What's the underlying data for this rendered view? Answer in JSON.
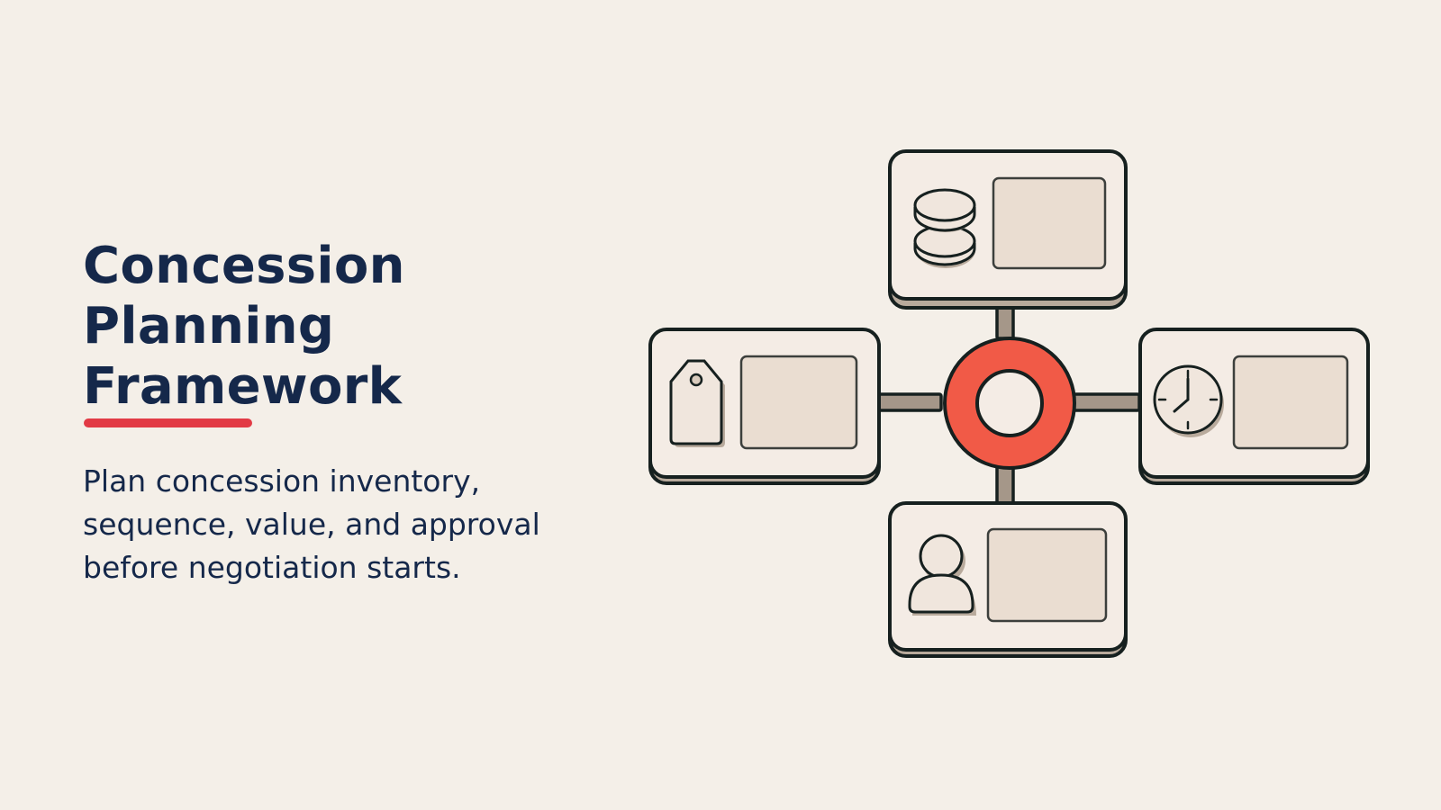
{
  "slide": {
    "title_lines": [
      "Concession",
      "Planning",
      "Framework"
    ],
    "subtitle_lines": [
      "Plan concession inventory,",
      "sequence, value, and approval",
      "before negotiation starts."
    ]
  },
  "diagram": {
    "hub": {
      "icon": "ring-icon"
    },
    "cards": [
      {
        "position": "top",
        "icon": "stacked-coins-icon"
      },
      {
        "position": "left",
        "icon": "price-tag-icon"
      },
      {
        "position": "right",
        "icon": "clock-icon"
      },
      {
        "position": "bottom",
        "icon": "person-icon"
      }
    ]
  },
  "colors": {
    "background": "#f4efe8",
    "navy": "#15284a",
    "accent_red": "#e23a45",
    "hub_red": "#f15a47",
    "card_fill": "#f4ece5",
    "card_shadow": "#b8aa9c",
    "panel_fill": "#eaddd1",
    "outline": "#16201f",
    "connector": "#a59789"
  }
}
